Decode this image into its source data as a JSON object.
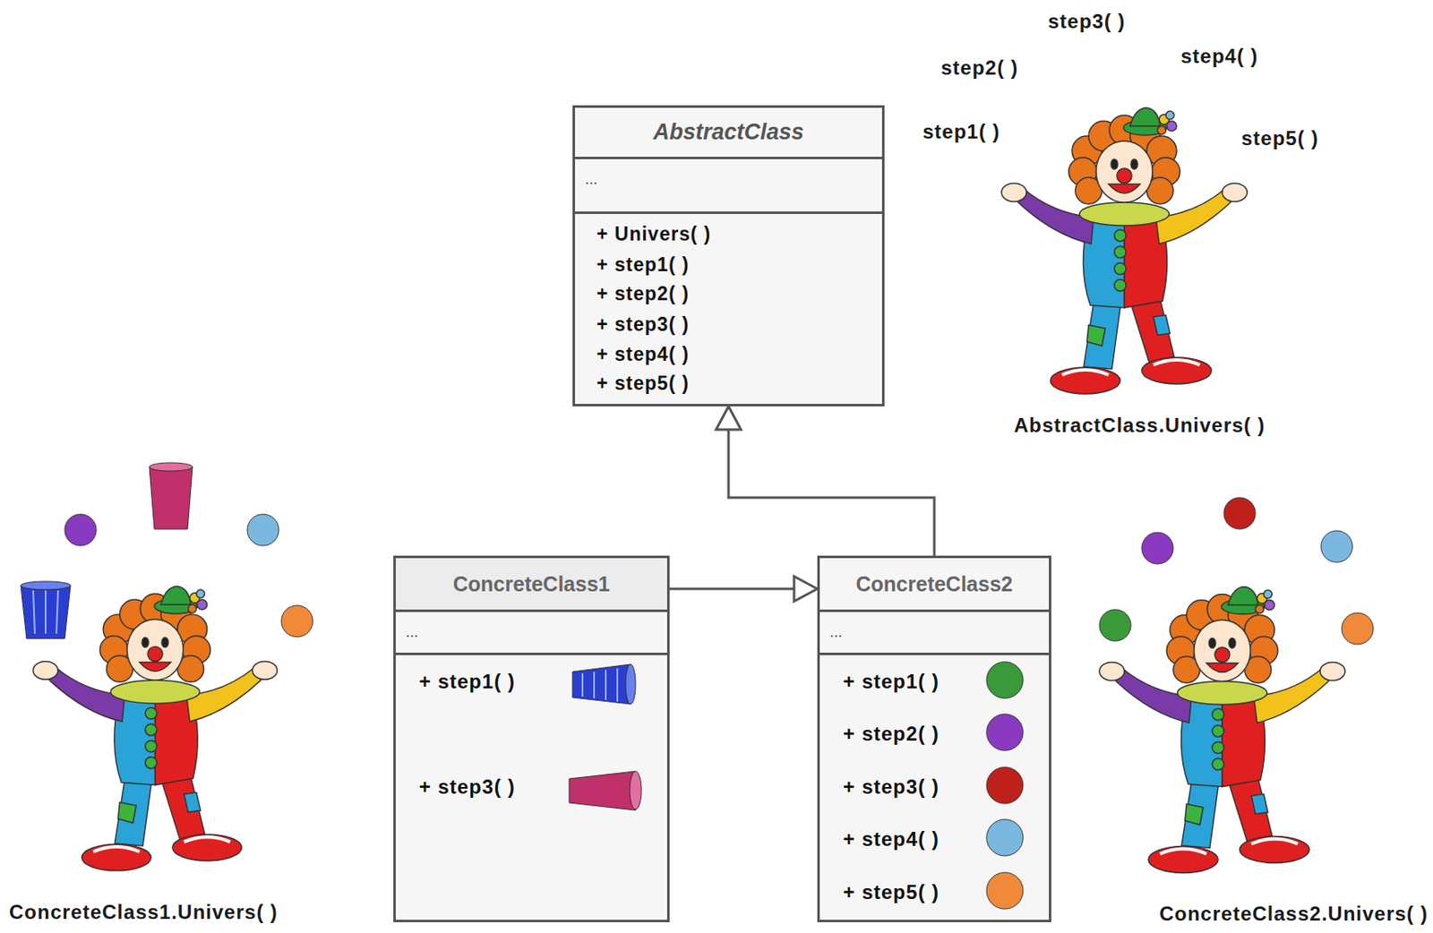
{
  "diagram": {
    "nodes": [
      {
        "text": [
          "AbstractClass",
          "...",
          "+ Univers( )",
          "+ step1( )",
          "+ step2( )",
          "+ step3( )",
          "+ step4( )",
          "+ step5( )"
        ]
      },
      {
        "text": [
          "ConcreteClass1",
          "...",
          "+ step1( )",
          "+ step3( )"
        ]
      },
      {
        "text": [
          "ConcreteClass2",
          "...",
          "+ step1( )",
          "+ step2( )",
          "+ step3( )",
          "+ step4( )",
          "+ step5( )"
        ]
      }
    ],
    "edges": [
      {
        "from": 2,
        "to": 0,
        "arrow": "to"
      },
      {
        "from": 1,
        "to": 2,
        "arrow": "to"
      }
    ],
    "labels": [
      "step3( )",
      "step2( )",
      "step4( )",
      "step1( )",
      "step5( )",
      "AbstractClass.Univers( )",
      "ConcreteClass1.Univers( )",
      "ConcreteClass2.Univers( )"
    ]
  }
}
